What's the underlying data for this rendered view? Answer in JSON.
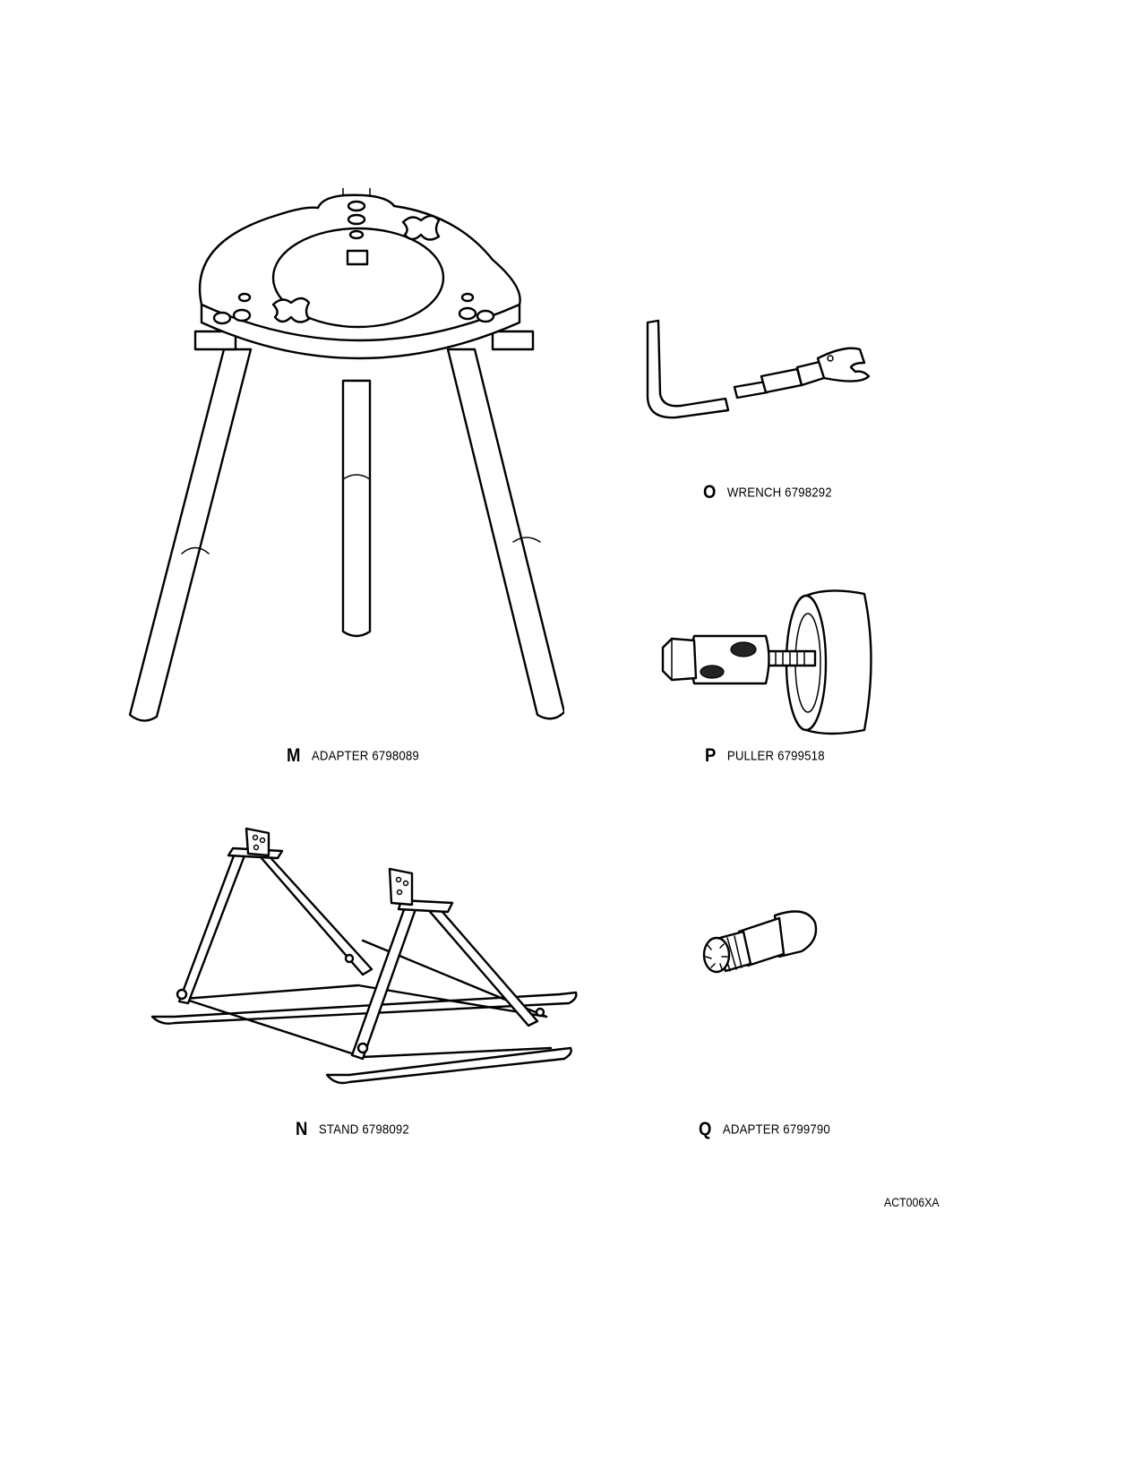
{
  "items": [
    {
      "letter": "M",
      "name": "ADAPTER 6798089"
    },
    {
      "letter": "O",
      "name": "WRENCH 6798292"
    },
    {
      "letter": "P",
      "name": "PULLER 6799518"
    },
    {
      "letter": "N",
      "name": "STAND 6798092"
    },
    {
      "letter": "Q",
      "name": "ADAPTER 6799790"
    }
  ],
  "figure_code": "ACT006XA"
}
